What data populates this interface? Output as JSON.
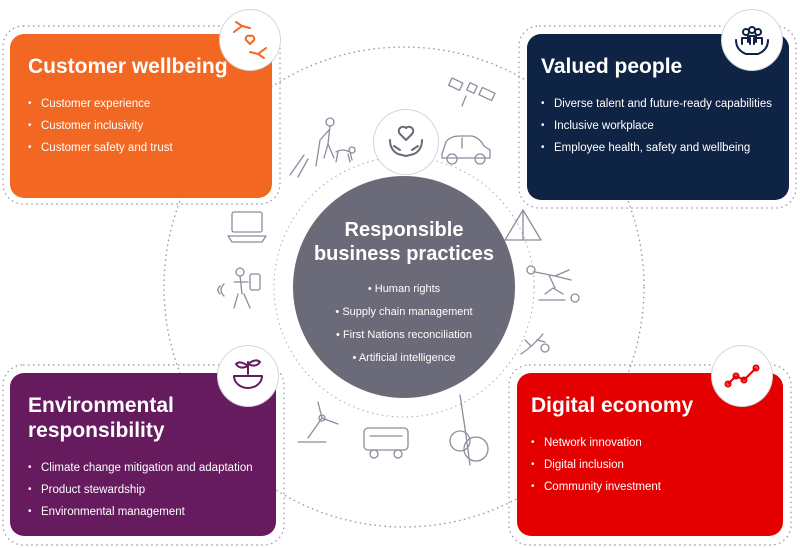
{
  "center": {
    "title": "Responsible business practices",
    "items": [
      "Human rights",
      "Supply chain management",
      "First Nations reconciliation",
      "Artificial intelligence"
    ],
    "icon": "hands-heart-icon"
  },
  "cards": {
    "customer_wellbeing": {
      "title": "Customer wellbeing",
      "items": [
        "Customer experience",
        "Customer inclusivity",
        "Customer safety and trust"
      ],
      "icon": "handshake-heart-icon",
      "color": "#f26722"
    },
    "valued_people": {
      "title": "Valued people",
      "items": [
        "Diverse talent and future-ready capabilities",
        "Inclusive workplace",
        "Employee health, safety and wellbeing"
      ],
      "icon": "people-in-hands-icon",
      "color": "#0f2344"
    },
    "environmental_responsibility": {
      "title": "Environmental responsibility",
      "items": [
        "Climate change mitigation and adaptation",
        "Product stewardship",
        "Environmental management"
      ],
      "icon": "plant-globe-icon",
      "color": "#651b5e"
    },
    "digital_economy": {
      "title": "Digital economy",
      "items": [
        "Network innovation",
        "Digital inclusion",
        "Community investment"
      ],
      "icon": "trend-line-icon",
      "color": "#e40000"
    }
  },
  "colors": {
    "center": "#6b6a78",
    "outline": "#9ea0b0"
  }
}
